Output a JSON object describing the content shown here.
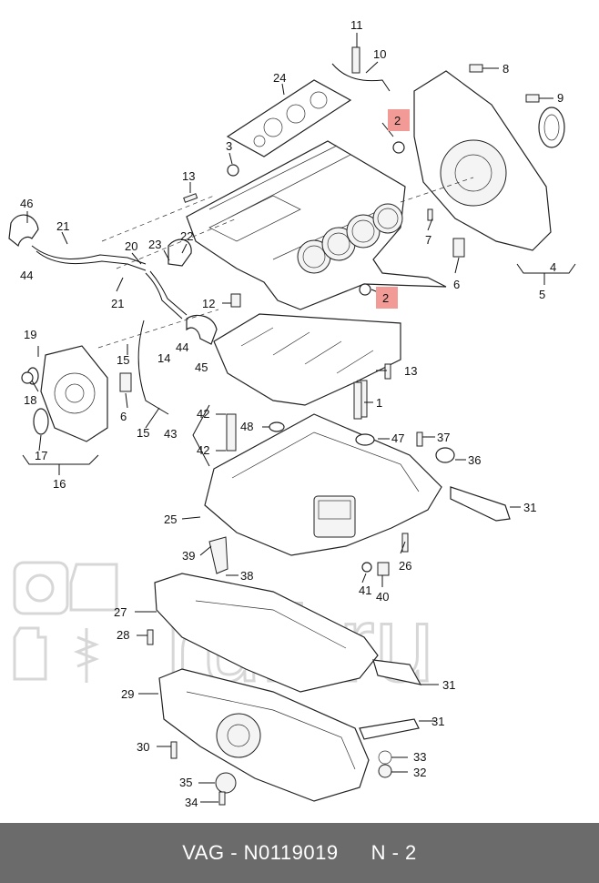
{
  "footer": {
    "brand": "VAG",
    "separator": "-",
    "part_number": "N0119019",
    "ref_label": "N - 2"
  },
  "watermark": {
    "text": "ruli.ru"
  },
  "callouts": [
    {
      "id": "c1",
      "label": "1"
    },
    {
      "id": "c2a",
      "label": "2",
      "highlighted": true
    },
    {
      "id": "c2b",
      "label": "2",
      "highlighted": true
    },
    {
      "id": "c3",
      "label": "3"
    },
    {
      "id": "c4",
      "label": "4"
    },
    {
      "id": "c5",
      "label": "5"
    },
    {
      "id": "c6a",
      "label": "6"
    },
    {
      "id": "c6b",
      "label": "6"
    },
    {
      "id": "c7",
      "label": "7"
    },
    {
      "id": "c8",
      "label": "8"
    },
    {
      "id": "c9",
      "label": "9"
    },
    {
      "id": "c10",
      "label": "10"
    },
    {
      "id": "c11",
      "label": "11"
    },
    {
      "id": "c12",
      "label": "12"
    },
    {
      "id": "c13a",
      "label": "13"
    },
    {
      "id": "c13b",
      "label": "13"
    },
    {
      "id": "c14",
      "label": "14"
    },
    {
      "id": "c15a",
      "label": "15"
    },
    {
      "id": "c15b",
      "label": "15"
    },
    {
      "id": "c16",
      "label": "16"
    },
    {
      "id": "c17",
      "label": "17"
    },
    {
      "id": "c18",
      "label": "18"
    },
    {
      "id": "c19",
      "label": "19"
    },
    {
      "id": "c20",
      "label": "20"
    },
    {
      "id": "c21a",
      "label": "21"
    },
    {
      "id": "c21b",
      "label": "21"
    },
    {
      "id": "c22",
      "label": "22"
    },
    {
      "id": "c23",
      "label": "23"
    },
    {
      "id": "c24",
      "label": "24"
    },
    {
      "id": "c25",
      "label": "25"
    },
    {
      "id": "c26",
      "label": "26"
    },
    {
      "id": "c27",
      "label": "27"
    },
    {
      "id": "c28",
      "label": "28"
    },
    {
      "id": "c29",
      "label": "29"
    },
    {
      "id": "c30",
      "label": "30"
    },
    {
      "id": "c31a",
      "label": "31"
    },
    {
      "id": "c31b",
      "label": "31"
    },
    {
      "id": "c31c",
      "label": "31"
    },
    {
      "id": "c32",
      "label": "32"
    },
    {
      "id": "c33",
      "label": "33"
    },
    {
      "id": "c34",
      "label": "34"
    },
    {
      "id": "c35",
      "label": "35"
    },
    {
      "id": "c36",
      "label": "36"
    },
    {
      "id": "c37",
      "label": "37"
    },
    {
      "id": "c38",
      "label": "38"
    },
    {
      "id": "c39",
      "label": "39"
    },
    {
      "id": "c40",
      "label": "40"
    },
    {
      "id": "c41",
      "label": "41"
    },
    {
      "id": "c42a",
      "label": "42"
    },
    {
      "id": "c42b",
      "label": "42"
    },
    {
      "id": "c43",
      "label": "43"
    },
    {
      "id": "c44a",
      "label": "44"
    },
    {
      "id": "c44b",
      "label": "44"
    },
    {
      "id": "c45",
      "label": "45"
    },
    {
      "id": "c46",
      "label": "46"
    },
    {
      "id": "c47",
      "label": "47"
    },
    {
      "id": "c48",
      "label": "48"
    }
  ],
  "colors": {
    "highlight": "#f19a96",
    "footer_bg": "#6b6b6b",
    "footer_text": "#ffffff",
    "watermark": "#d7d7d7"
  }
}
